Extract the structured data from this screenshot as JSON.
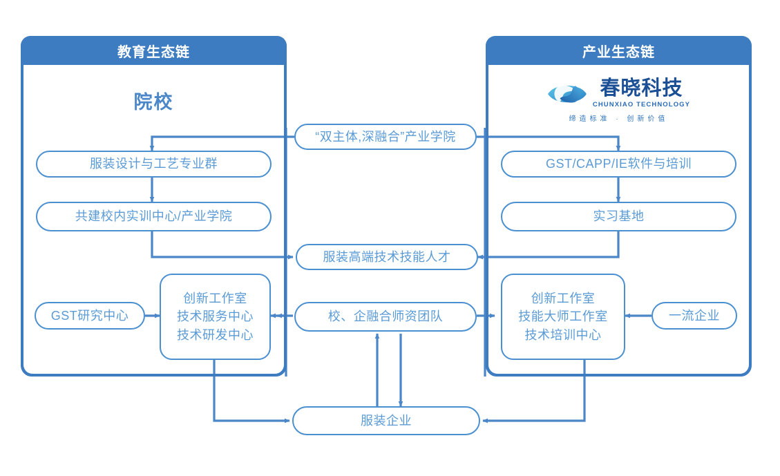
{
  "diagram": {
    "title_left": "教育生态链",
    "title_right": "产业生态链"
  },
  "colors": {
    "panel_header": "#3d7cc0",
    "panel_border": "#3d7cc0",
    "node_border": "#4a8fd0",
    "node_text": "#5b9bd5",
    "section_title": "#4a86c8",
    "connector": "#4a86c8",
    "logo_dark": "#1a4f96",
    "logo_mid": "#2a6cb5",
    "background": "#ffffff"
  },
  "left_panel": {
    "header": "教育生态链",
    "section_title": "院校",
    "nodes": {
      "major_group": "服装设计与工艺专业群",
      "training_center": "共建校内实训中心/产业学院",
      "gst_research": "GST研究中心",
      "studio_block": [
        "创新工作室",
        "技术服务中心",
        "技术研发中心"
      ]
    }
  },
  "right_panel": {
    "header": "产业生态链",
    "logo": {
      "icon": "chunxiao-eye-wave-logo-icon",
      "name_cn": "春晓科技",
      "name_en": "CHUNXIAO TECHNOLOGY",
      "tagline": "缔造标准 · 创新价值"
    },
    "nodes": {
      "software_training": "GST/CAPP/IE软件与培训",
      "internship_base": "实习基地",
      "top_enterprise": "一流企业",
      "studio_block": [
        "创新工作室",
        "技能大师工作室",
        "技术培训中心"
      ]
    }
  },
  "center_nodes": {
    "industry_college": "“双主体,深融合”产业学院",
    "talent": "服装高端技术技能人才",
    "faculty_team": "校、企融合师资团队",
    "apparel_enterprise": "服装企业"
  }
}
